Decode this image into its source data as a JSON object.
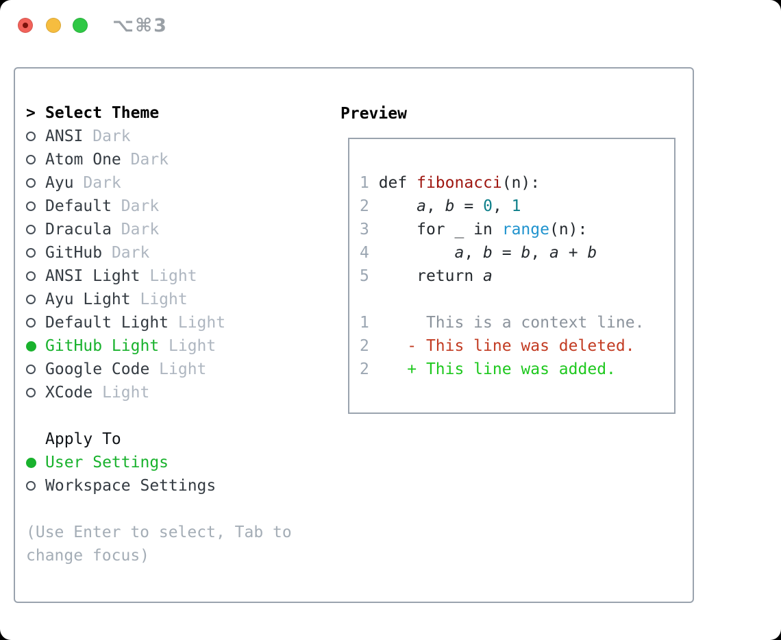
{
  "titlebar": {
    "shortcut": "⌥⌘3"
  },
  "picker": {
    "cursor": ">",
    "title": "Select Theme",
    "items": [
      {
        "name": "ANSI",
        "tag": "Dark",
        "selected": false
      },
      {
        "name": "Atom One",
        "tag": "Dark",
        "selected": false
      },
      {
        "name": "Ayu",
        "tag": "Dark",
        "selected": false
      },
      {
        "name": "Default",
        "tag": "Dark",
        "selected": false
      },
      {
        "name": "Dracula",
        "tag": "Dark",
        "selected": false
      },
      {
        "name": "GitHub",
        "tag": "Dark",
        "selected": false
      },
      {
        "name": "ANSI Light",
        "tag": "Light",
        "selected": false
      },
      {
        "name": "Ayu Light",
        "tag": "Light",
        "selected": false
      },
      {
        "name": "Default Light",
        "tag": "Light",
        "selected": false
      },
      {
        "name": "GitHub Light",
        "tag": "Light",
        "selected": true
      },
      {
        "name": "Google Code",
        "tag": "Light",
        "selected": false
      },
      {
        "name": "XCode",
        "tag": "Light",
        "selected": false
      }
    ],
    "apply_to": {
      "title": "Apply To",
      "options": [
        {
          "label": "User Settings",
          "selected": true
        },
        {
          "label": "Workspace Settings",
          "selected": false
        }
      ]
    },
    "hint_lines": [
      "(Use Enter to select, Tab to",
      "change focus)"
    ]
  },
  "preview": {
    "title": "Preview",
    "lines": [
      {
        "num": "1",
        "tokens": [
          {
            "t": " def ",
            "c": "code"
          },
          {
            "t": "fibonacci",
            "c": "func"
          },
          {
            "t": "(n):",
            "c": "code"
          }
        ]
      },
      {
        "num": "2",
        "tokens": [
          {
            "t": "     ",
            "c": "code"
          },
          {
            "t": "a",
            "c": "var"
          },
          {
            "t": ", ",
            "c": "code"
          },
          {
            "t": "b",
            "c": "var"
          },
          {
            "t": " = ",
            "c": "code"
          },
          {
            "t": "0",
            "c": "num"
          },
          {
            "t": ", ",
            "c": "code"
          },
          {
            "t": "1",
            "c": "num"
          }
        ]
      },
      {
        "num": "3",
        "tokens": [
          {
            "t": "     for _ in ",
            "c": "code"
          },
          {
            "t": "range",
            "c": "call"
          },
          {
            "t": "(n):",
            "c": "code"
          }
        ]
      },
      {
        "num": "4",
        "tokens": [
          {
            "t": "         ",
            "c": "code"
          },
          {
            "t": "a",
            "c": "var"
          },
          {
            "t": ", ",
            "c": "code"
          },
          {
            "t": "b",
            "c": "var"
          },
          {
            "t": " = ",
            "c": "code"
          },
          {
            "t": "b",
            "c": "var"
          },
          {
            "t": ", ",
            "c": "code"
          },
          {
            "t": "a",
            "c": "var"
          },
          {
            "t": " + ",
            "c": "code"
          },
          {
            "t": "b",
            "c": "var"
          }
        ]
      },
      {
        "num": "5",
        "tokens": [
          {
            "t": "     return ",
            "c": "code"
          },
          {
            "t": "a",
            "c": "var"
          }
        ]
      },
      {
        "num": "",
        "tokens": []
      },
      {
        "num": "1",
        "tokens": [
          {
            "t": "      This is a context line.",
            "c": "ctx"
          }
        ]
      },
      {
        "num": "2",
        "tokens": [
          {
            "t": "    - This line was deleted.",
            "c": "del"
          }
        ]
      },
      {
        "num": "2",
        "tokens": [
          {
            "t": "    + This line was added.",
            "c": "add"
          }
        ]
      }
    ]
  },
  "colors": {
    "text_dark": "#24292e",
    "list_name": "#343b42",
    "tag_gray": "#aeb6c0",
    "hint_gray": "#a4adb6",
    "selection_green": "#19b22d",
    "added_green": "#1ec81e",
    "deleted_red": "#c23b22",
    "func_red": "#9e1610",
    "number_teal": "#0e7f8a",
    "call_blue": "#2093ce",
    "lineno_gray": "#9ba6b2",
    "context_gray": "#8b939c",
    "border_gray": "#9aa3ae",
    "shortcut_gray": "#9aa0a6",
    "traffic_red": "#f2625a",
    "traffic_red_dot": "#7c120b",
    "traffic_yellow": "#f6bd3f",
    "traffic_green": "#2fc845"
  }
}
